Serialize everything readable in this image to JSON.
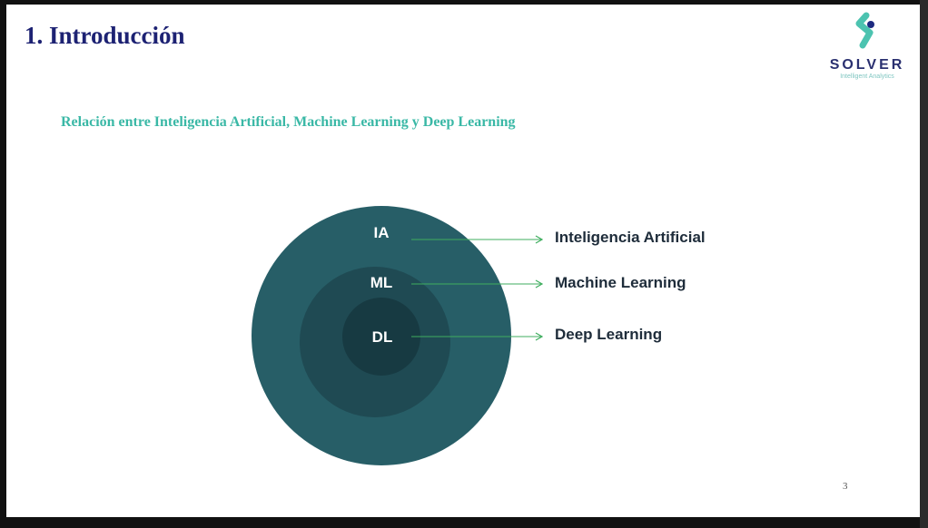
{
  "slide": {
    "title": "1. Introducción",
    "subtitle": "Relación entre Inteligencia Artificial, Machine Learning y Deep Learning",
    "page_number": "3"
  },
  "logo": {
    "name": "SOLVER",
    "tagline": "Intelligent Analytics"
  },
  "diagram": {
    "circles": [
      {
        "abbr": "IA",
        "label": "Inteligencia Artificial",
        "color": "#275e67"
      },
      {
        "abbr": "ML",
        "label": "Machine Learning",
        "color": "#1f4a53"
      },
      {
        "abbr": "DL",
        "label": "Deep Learning",
        "color": "#173a42"
      }
    ],
    "arrow_color": "#3fae5f"
  }
}
